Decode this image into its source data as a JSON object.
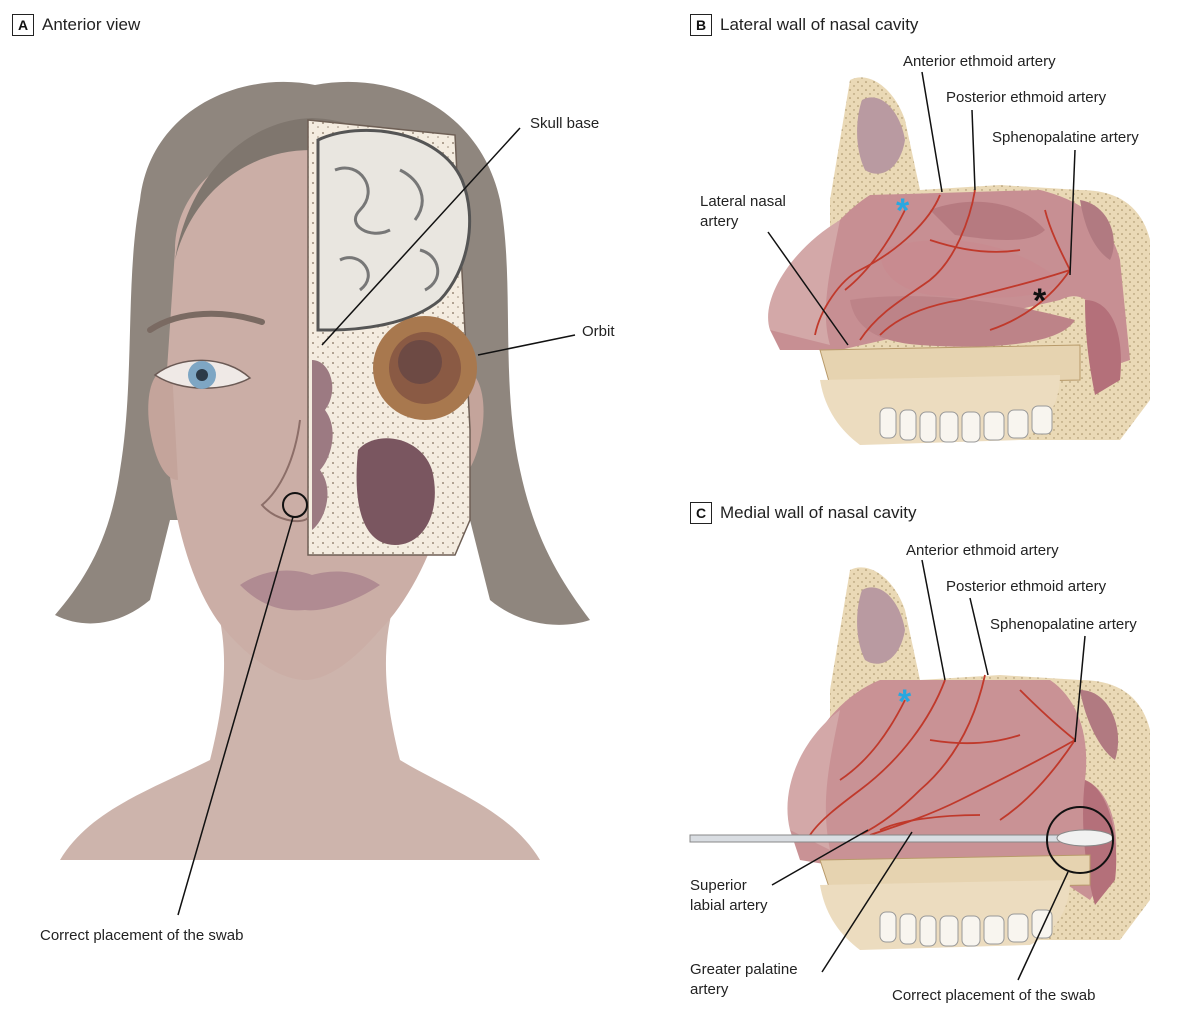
{
  "panels": {
    "a": {
      "letter": "A",
      "title": "Anterior view",
      "labels": {
        "skull_base": "Skull base",
        "orbit": "Orbit",
        "swab": "Correct placement of the swab"
      }
    },
    "b": {
      "letter": "B",
      "title": "Lateral wall of nasal cavity",
      "labels": {
        "anterior_ethmoid": "Anterior ethmoid artery",
        "posterior_ethmoid": "Posterior ethmoid artery",
        "sphenopalatine": "Sphenopalatine artery",
        "lateral_nasal_line1": "Lateral nasal",
        "lateral_nasal_line2": "artery"
      },
      "markers": [
        "*",
        "*"
      ]
    },
    "c": {
      "letter": "C",
      "title": "Medial wall of nasal cavity",
      "labels": {
        "anterior_ethmoid": "Anterior ethmoid artery",
        "posterior_ethmoid": "Posterior ethmoid artery",
        "sphenopalatine": "Sphenopalatine artery",
        "superior_labial_line1": "Superior",
        "superior_labial_line2": "labial artery",
        "greater_palatine_line1": "Greater palatine",
        "greater_palatine_line2": "artery",
        "swab": "Correct placement of the swab"
      },
      "markers": [
        "*"
      ]
    }
  },
  "colors": {
    "hair": "#8a8078",
    "skin": "#c9aca5",
    "mucosa": "#c98f92",
    "artery": "#c0392b",
    "bone": "#e7d6b4",
    "blue_marker": "#29a8e0",
    "black_marker": "#111111"
  }
}
